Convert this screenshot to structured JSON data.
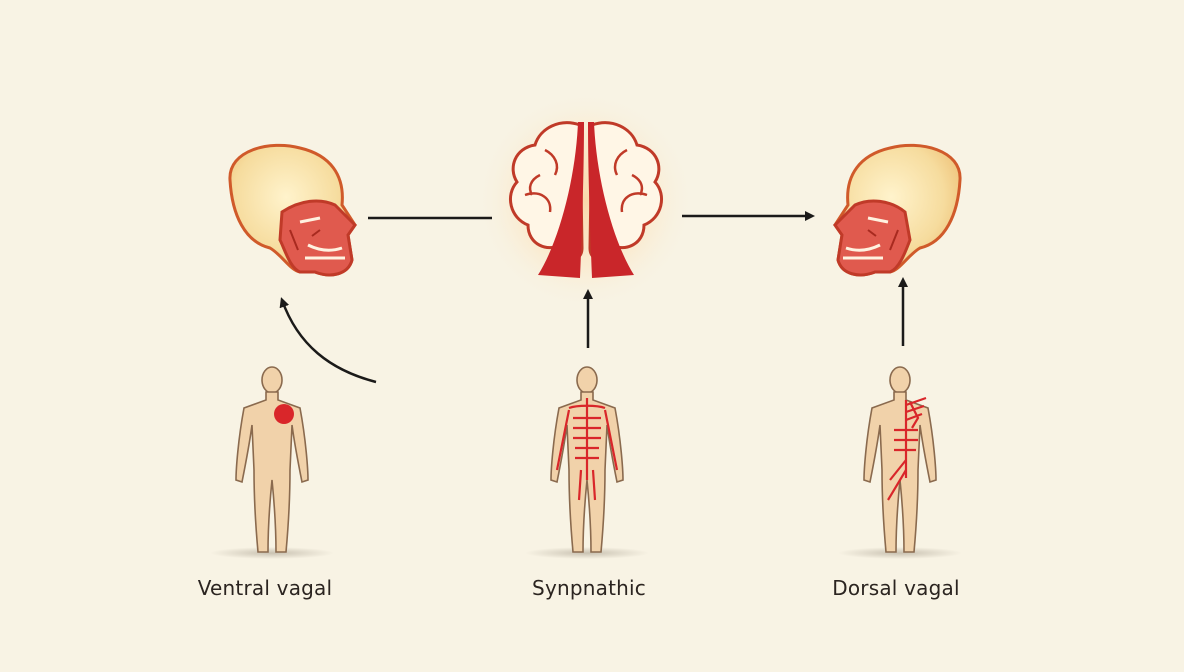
{
  "labels": {
    "ventral": "Ventral vagal",
    "sympathetic": "Synpnathic",
    "dorsal": "Dorsal vagal"
  },
  "colors": {
    "background": "#f8f3e4",
    "skull": "#f6dc9e",
    "face_red": "#e05a4e",
    "outline": "#c03a28",
    "brain_fill": "#fff6e6",
    "brain_red": "#c9262a",
    "body_skin": "#f1d2aa",
    "arrow": "#1b1a19"
  },
  "icons": {
    "left_head": "skull-face-icon",
    "center": "brain-icon",
    "right_head": "skull-face-icon",
    "figures": [
      "human-body-heart-icon",
      "human-body-nerves-icon",
      "human-body-nerves-icon"
    ]
  }
}
